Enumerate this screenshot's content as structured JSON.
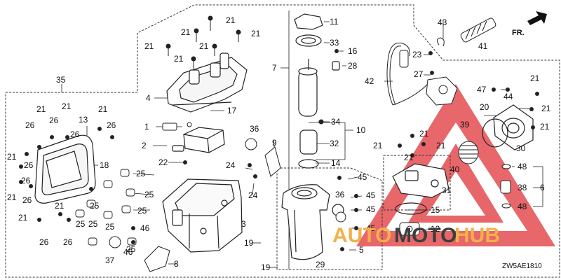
{
  "diagram": {
    "orientation_label": "FR.",
    "diagram_code": "ZW5AE1810",
    "part_numbers": [
      "1",
      "2",
      "3",
      "4",
      "5",
      "6",
      "7",
      "8",
      "9",
      "10",
      "11",
      "12",
      "13",
      "14",
      "15",
      "16",
      "17",
      "18",
      "19",
      "20",
      "21",
      "22",
      "23",
      "24",
      "25",
      "26",
      "27",
      "28",
      "29",
      "30",
      "31",
      "32",
      "33",
      "34",
      "35",
      "36",
      "37",
      "38",
      "39",
      "40",
      "41",
      "42",
      "43",
      "44",
      "45",
      "46",
      "47",
      "48"
    ],
    "watermark": {
      "part1": "AUTO",
      "part2": "MOTO",
      "part3": "HUB",
      "colors": {
        "orange": "#f2b04a",
        "dark": "#3d3d3d",
        "logo_red": "#e0383e"
      }
    }
  }
}
